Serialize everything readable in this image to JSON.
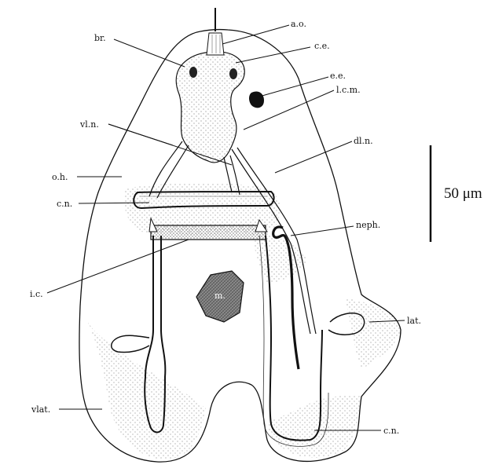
{
  "labels": {
    "ao": "a.o.",
    "ce": "c.e.",
    "br": "br.",
    "ee": "e.e.",
    "lcm": "l.c.m.",
    "vln": "vl.n.",
    "dln": "dl.n.",
    "oh": "o.h.",
    "cn_top": "c.n.",
    "neph": "neph.",
    "ic": "i.c.",
    "m": "m.",
    "lat": "lat.",
    "vlat": "vlat.",
    "cn_bottom": "c.n."
  },
  "scale_bar": {
    "label": "50 μm"
  },
  "colors": {
    "ink": "#111111",
    "stipple": "#555555",
    "mouth_fill": "#7a7a7a",
    "paper": "#ffffff"
  }
}
